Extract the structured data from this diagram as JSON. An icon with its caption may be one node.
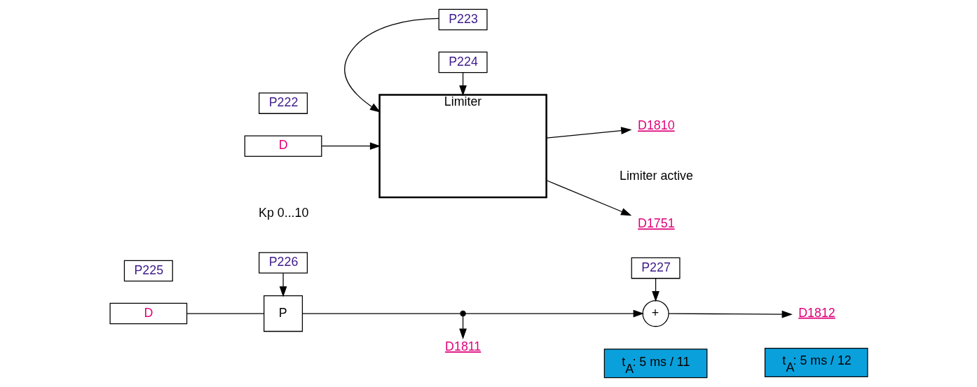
{
  "diagram": {
    "nodes": [
      {
        "text": [
          "P222"
        ]
      },
      {
        "text": [
          "D"
        ]
      },
      {
        "text": [
          "Limiter"
        ]
      },
      {
        "text": [
          "P223"
        ]
      },
      {
        "text": [
          "P224"
        ]
      },
      {
        "text": [
          "D1751"
        ],
        "beside": [
          "Limiter active"
        ]
      },
      {
        "text": [
          "D1810"
        ]
      },
      {
        "text": [
          "t$_{A}$: 5 ms / 11"
        ]
      },
      {
        "text": [
          "P225"
        ]
      },
      {
        "text": [
          "D"
        ]
      },
      {
        "text": [
          "P226"
        ],
        "beside": [
          "Kp 0...10"
        ]
      },
      {
        "text": [
          "P"
        ]
      },
      {
        "text": [],
        "shape": "circle"
      },
      {
        "text": [
          "D1811"
        ]
      },
      {
        "text": [
          "P227"
        ]
      },
      {
        "text": [
          "+"
        ]
      },
      {
        "text": [
          "D1812"
        ]
      },
      {
        "text": [
          "t$_{A}$: 5 ms / 12"
        ]
      }
    ],
    "edges": [
      {
        "from": 1,
        "to": 2,
        "arrow": "to"
      },
      {
        "from": 3,
        "to": 2,
        "arrow": "to"
      },
      {
        "from": 4,
        "to": 2,
        "arrow": "to"
      },
      {
        "from": 2,
        "to": 5,
        "arrow": "to"
      },
      {
        "from": 2,
        "to": 6,
        "arrow": "to"
      },
      {
        "from": 9,
        "to": 11,
        "arrow": "none"
      },
      {
        "from": 10,
        "to": 11,
        "arrow": "to"
      },
      {
        "from": 11,
        "to": 12,
        "arrow": "none"
      },
      {
        "from": 12,
        "to": 13,
        "arrow": "to"
      },
      {
        "from": 12,
        "to": 15,
        "arrow": "to"
      },
      {
        "from": 14,
        "to": 15,
        "arrow": "to"
      },
      {
        "from": 15,
        "to": 16,
        "arrow": "to"
      }
    ]
  }
}
